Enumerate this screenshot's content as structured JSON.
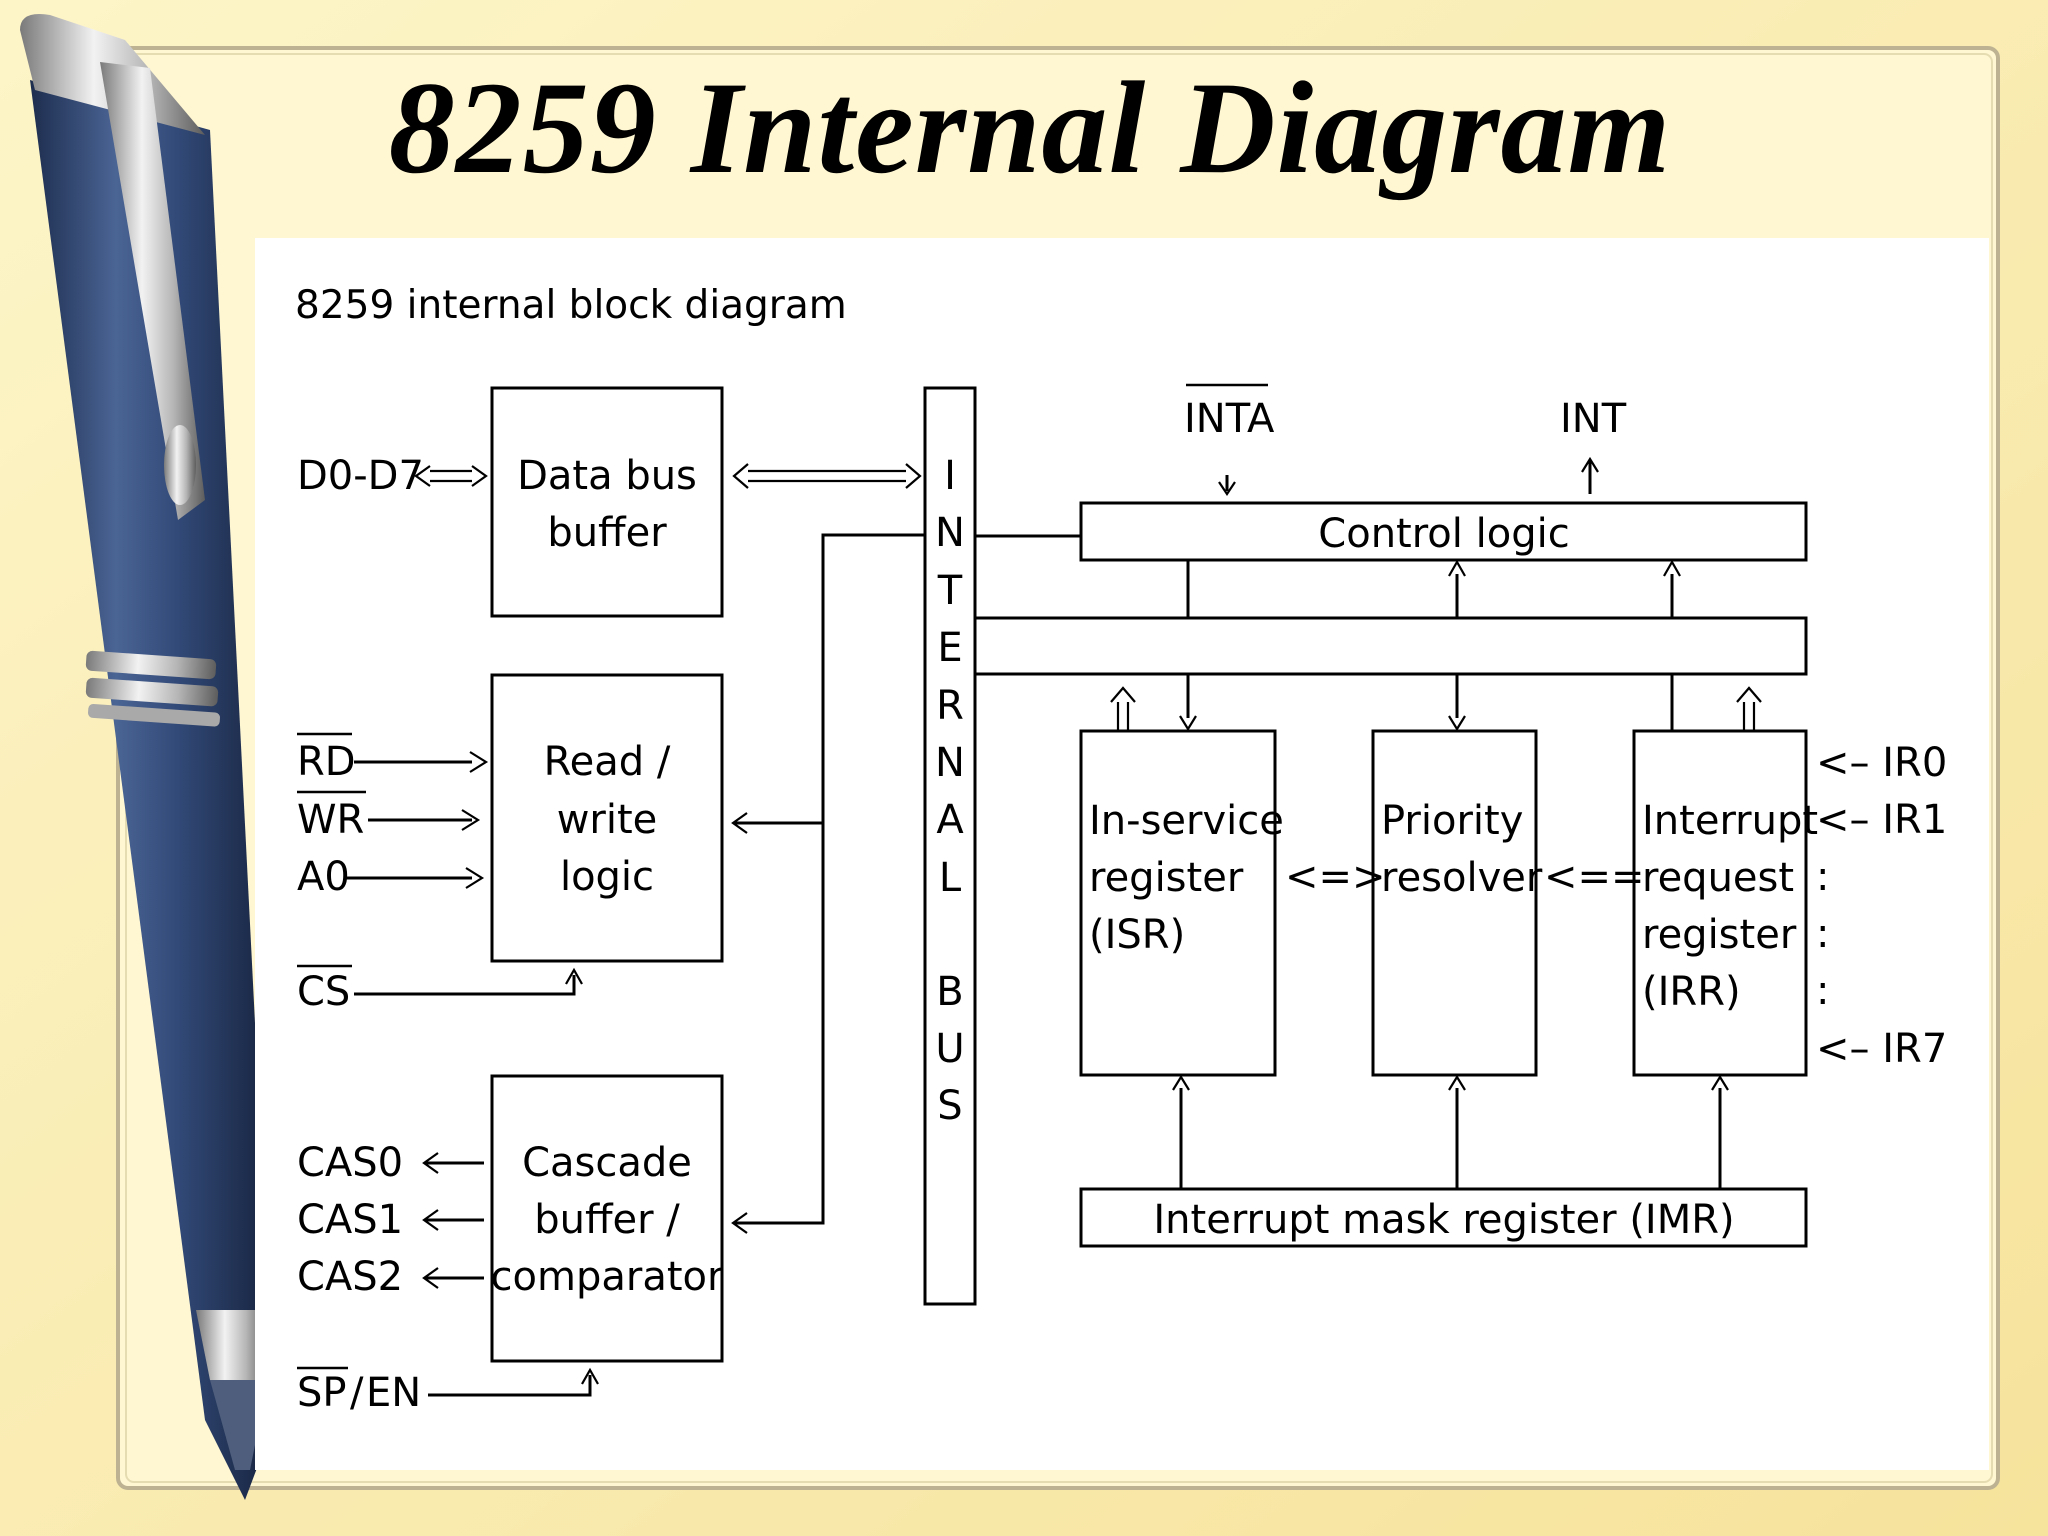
{
  "slide": {
    "title": "8259 Internal Diagram"
  },
  "diagram": {
    "caption": "8259 internal block diagram",
    "blocks": {
      "data_bus_buffer": [
        "Data bus",
        "buffer"
      ],
      "read_write_logic": [
        "Read /",
        "write",
        "logic"
      ],
      "cascade_buffer": [
        "Cascade",
        "buffer /",
        "comparator"
      ],
      "control_logic": "Control logic",
      "isr": [
        "In-service",
        "register",
        "(ISR)"
      ],
      "priority_resolver": [
        "Priority",
        "resolver"
      ],
      "irr": [
        "Interrupt",
        "request",
        "register",
        "(IRR)"
      ],
      "imr": "Interrupt mask register (IMR)"
    },
    "internal_bus_letters": [
      "I",
      "N",
      "T",
      "E",
      "R",
      "N",
      "A",
      "L",
      "B",
      "U",
      "S"
    ],
    "signals": {
      "data_bus": "D0-D7",
      "rd": "RD",
      "wr": "WR",
      "a0": "A0",
      "cs": "CS",
      "cas0": "CAS0",
      "cas1": "CAS1",
      "cas2": "CAS2",
      "sp": "SP",
      "en_slash": "/",
      "en": "EN",
      "inta": "INTA",
      "int": "INT",
      "ir0": "<– IR0",
      "ir1": "<– IR1",
      "ir_dot": ":",
      "ir7": "<– IR7"
    },
    "connectors": {
      "isr_priority": "<=>",
      "irr_priority": "<=="
    }
  }
}
